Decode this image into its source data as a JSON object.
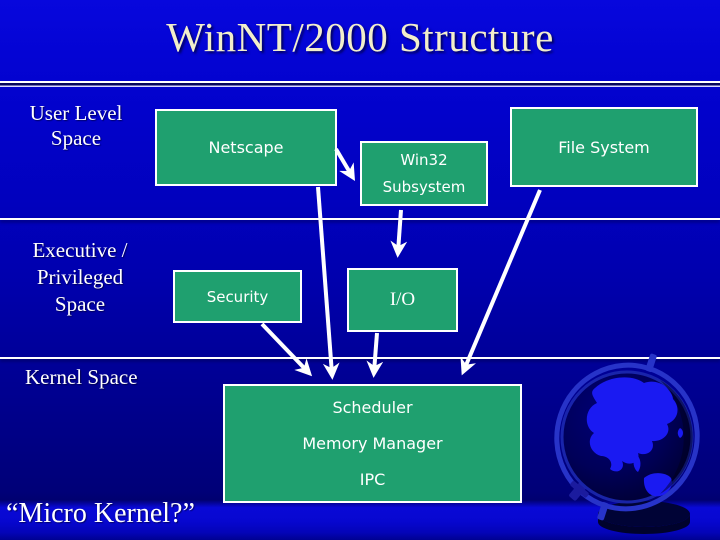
{
  "title": "WinNT/2000 Structure",
  "labels": {
    "user_level": [
      "User Level",
      "Space"
    ],
    "executive": [
      "Executive /",
      "Privileged",
      "Space"
    ],
    "kernel": [
      "Kernel Space"
    ],
    "footer_quote": "“Micro Kernel?”"
  },
  "boxes": {
    "netscape": "Netscape",
    "file_system": "File System",
    "win32": [
      "Win32",
      "Subsystem"
    ],
    "security": "Security",
    "io": "I/O",
    "kernel": [
      "Scheduler",
      "Memory Manager",
      "IPC"
    ]
  },
  "connections": [
    {
      "from": "netscape",
      "to": "win32-subsystem"
    },
    {
      "from": "netscape",
      "to": "kernel-box"
    },
    {
      "from": "win32-subsystem",
      "to": "io"
    },
    {
      "from": "io",
      "to": "kernel-box"
    },
    {
      "from": "security",
      "to": "kernel-box"
    },
    {
      "from": "file_system",
      "to": "kernel-box"
    }
  ],
  "icons": {
    "globe": "globe-graphic"
  },
  "colors": {
    "background_top": "#0707dd",
    "background_bottom": "#000080",
    "glow_band": "#0707d0",
    "box_fill": "#1fa06f",
    "box_border": "#ffffff",
    "title_text": "#f2eecb",
    "label_text": "#ffffff",
    "arrow": "#ffffff",
    "divider": "#ffffff",
    "globe_land": "#1a1af2",
    "globe_sea": "#000058"
  }
}
